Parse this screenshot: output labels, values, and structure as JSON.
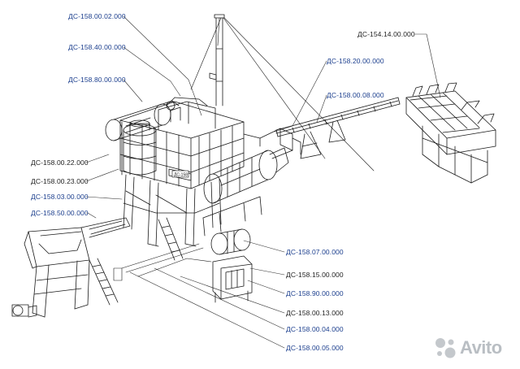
{
  "labels": [
    {
      "id": "l1",
      "text": "ДС-158.00.02.000",
      "color": "#1c3f8e"
    },
    {
      "id": "l2",
      "text": "ДС-158.40.00.000",
      "color": "#1c3f8e"
    },
    {
      "id": "l3",
      "text": "ДС-158.80.00.000",
      "color": "#1c3f8e"
    },
    {
      "id": "l4",
      "text": "ДС-154.14.00.000",
      "color": "#222222"
    },
    {
      "id": "l5",
      "text": "ДС-158.20.00.000",
      "color": "#1c3f8e"
    },
    {
      "id": "l6",
      "text": "ДС-158.00.08.000",
      "color": "#1c3f8e"
    },
    {
      "id": "l7",
      "text": "ДС-158.00.22.000",
      "color": "#222222"
    },
    {
      "id": "l8",
      "text": "ДС-158.00.23.000",
      "color": "#222222"
    },
    {
      "id": "l9",
      "text": "ДС-158.03.00.000",
      "color": "#1c3f8e"
    },
    {
      "id": "l10",
      "text": "ДС-158.50.00.000",
      "color": "#1c3f8e"
    },
    {
      "id": "l11",
      "text": "ДС-158.07.00.000",
      "color": "#1c3f8e"
    },
    {
      "id": "l12",
      "text": "ДС-158.15.00.000",
      "color": "#222222"
    },
    {
      "id": "l13",
      "text": "ДС-158.90.00.000",
      "color": "#1c3f8e"
    },
    {
      "id": "l14",
      "text": "ДС-158.00.13.000",
      "color": "#222222"
    },
    {
      "id": "l15",
      "text": "ДС-158.00.04.000",
      "color": "#1c3f8e"
    },
    {
      "id": "l16",
      "text": "ДС-158.00.05.000",
      "color": "#1c3f8e"
    }
  ],
  "plate_text": "ДС-158",
  "watermark": {
    "text": "Avito",
    "icon": "avito-logo-icon",
    "color": "#b9bec3"
  }
}
